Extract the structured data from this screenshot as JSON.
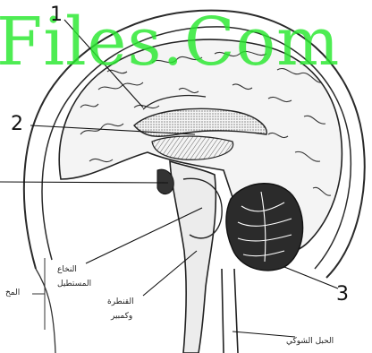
{
  "watermark": {
    "text": "Files.Com",
    "color": "#28e82e"
  },
  "labels": [
    {
      "id": "label-1",
      "text": "1"
    },
    {
      "id": "label-2",
      "text": "2"
    },
    {
      "id": "label-3",
      "text": "3"
    }
  ],
  "arabic_labels": {
    "a1": "المخ",
    "a2": "النخاع",
    "a3": "المستطيل",
    "a4": "القنطرة",
    "a5": "وكمبير",
    "a6": "الحبل الشوكي"
  },
  "colors": {
    "ink": "#1a1a1a",
    "shade": "#555555",
    "background": "#ffffff"
  }
}
